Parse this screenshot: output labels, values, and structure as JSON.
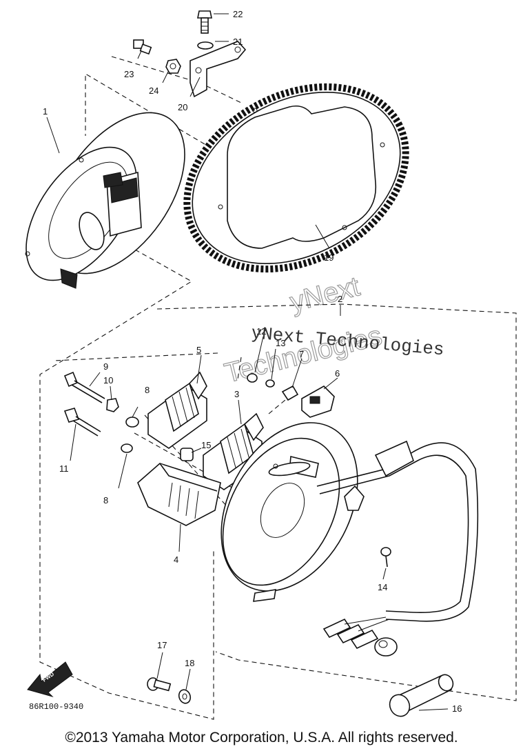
{
  "callouts": {
    "c1": "1",
    "c2": "2",
    "c3": "3",
    "c4": "4",
    "c5": "5",
    "c6": "6",
    "c7": "7",
    "c8a": "8",
    "c8b": "8",
    "c9": "9",
    "c10": "10",
    "c11": "11",
    "c12": "12",
    "c13": "13",
    "c14": "14",
    "c15": "15",
    "c16": "16",
    "c17": "17",
    "c18": "18",
    "c19": "19",
    "c20": "20",
    "c21": "21",
    "c22": "22",
    "c23": "23",
    "c24": "24"
  },
  "part_code": "86R100-9340",
  "fwd_label": "FWD",
  "watermark": {
    "line1": "yNext Technologies",
    "line2": "yNext",
    "line3": "Technologies"
  },
  "copyright": "©2013 Yamaha Motor Corporation, U.S.A. All rights reserved."
}
